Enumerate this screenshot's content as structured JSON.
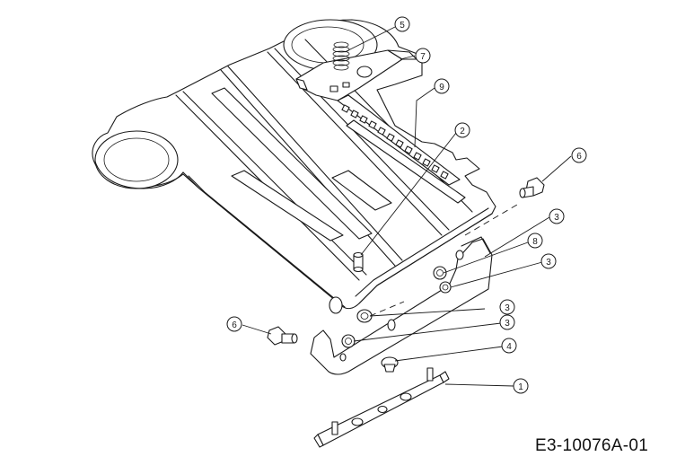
{
  "drawing_code": "E3-10076A-01",
  "callouts": [
    {
      "id": "c5",
      "label": "5"
    },
    {
      "id": "c7",
      "label": "7"
    },
    {
      "id": "c9",
      "label": "9"
    },
    {
      "id": "c2",
      "label": "2"
    },
    {
      "id": "c6a",
      "label": "6"
    },
    {
      "id": "c3a",
      "label": "3"
    },
    {
      "id": "c8",
      "label": "8"
    },
    {
      "id": "c3b",
      "label": "3"
    },
    {
      "id": "c6b",
      "label": "6"
    },
    {
      "id": "c3c",
      "label": "3"
    },
    {
      "id": "c3d",
      "label": "3"
    },
    {
      "id": "c4",
      "label": "4"
    },
    {
      "id": "c1",
      "label": "1"
    }
  ],
  "colors": {
    "line": "#1a1a1a",
    "background": "#ffffff"
  }
}
